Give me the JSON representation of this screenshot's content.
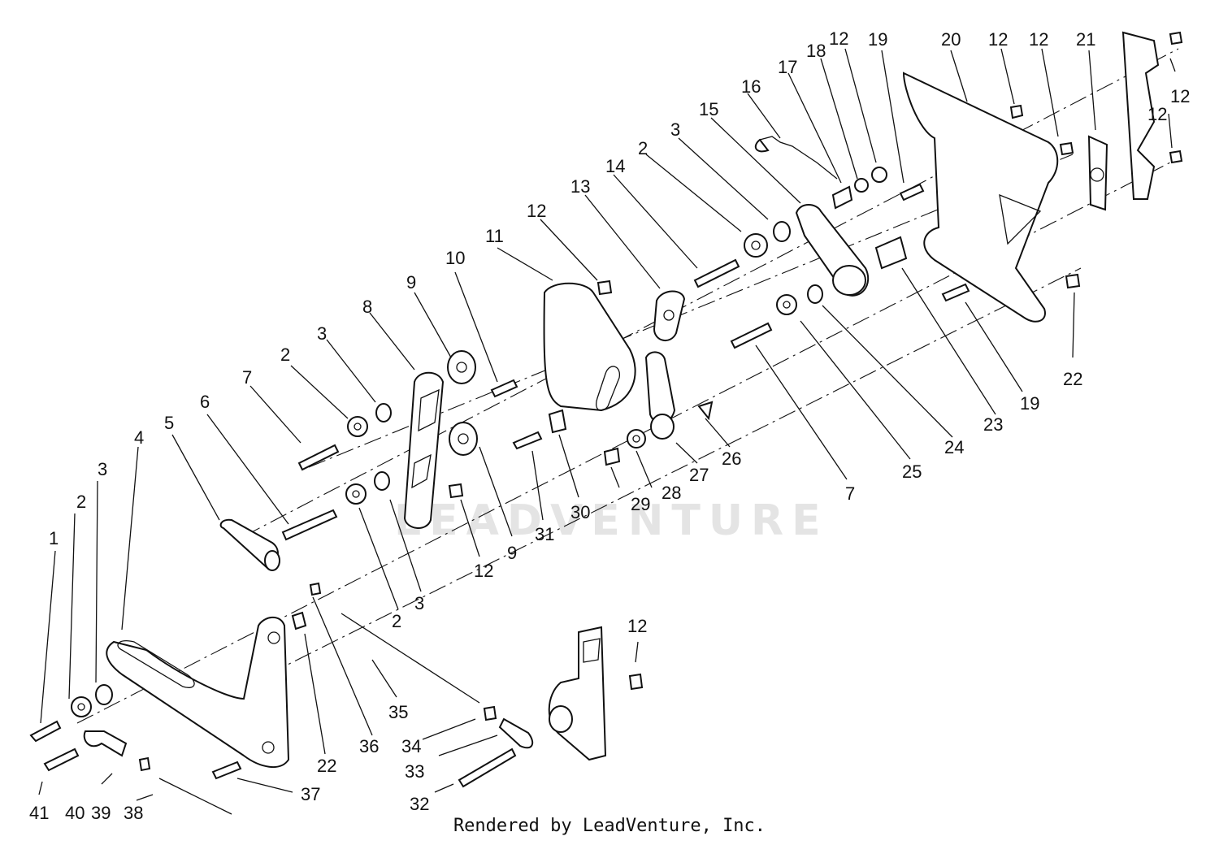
{
  "watermark": "LEADVENTURE",
  "footer": "Rendered by LeadVenture, Inc.",
  "callouts": [
    "1",
    "2",
    "3",
    "4",
    "5",
    "6",
    "7",
    "2",
    "3",
    "8",
    "9",
    "10",
    "11",
    "12",
    "13",
    "14",
    "2",
    "3",
    "15",
    "16",
    "17",
    "18",
    "12",
    "19",
    "20",
    "12",
    "12",
    "21",
    "12",
    "12",
    "2",
    "3",
    "12",
    "9",
    "31",
    "30",
    "29",
    "28",
    "27",
    "26",
    "7",
    "25",
    "24",
    "23",
    "19",
    "22",
    "2",
    "3",
    "35",
    "36",
    "22",
    "34",
    "33",
    "32",
    "12",
    "37",
    "41",
    "40",
    "39",
    "38"
  ]
}
